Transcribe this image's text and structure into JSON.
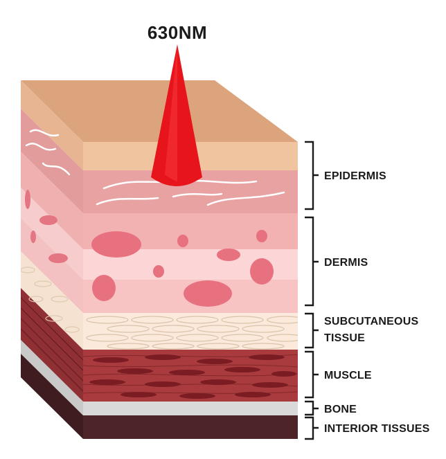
{
  "wavelength_label": "630NM",
  "layers": [
    {
      "lines": [
        "EPIDERMIS"
      ]
    },
    {
      "lines": [
        "DERMIS"
      ]
    },
    {
      "lines": [
        "SUBCUTANEOUS",
        "TISSUE"
      ]
    },
    {
      "lines": [
        "MUSCLE"
      ]
    },
    {
      "lines": [
        "BONE"
      ]
    },
    {
      "lines": [
        "INTERIOR TISSUES"
      ]
    }
  ],
  "colors": {
    "beam": "#e8141c",
    "skin_top": "#dca47c",
    "epidermis": "#f0c49e",
    "dermis": "#f2b2b2",
    "subcutaneous": "#fbeadb",
    "muscle": "#a93b3e",
    "bone": "#d9d9d9",
    "interior": "#4d2428"
  }
}
